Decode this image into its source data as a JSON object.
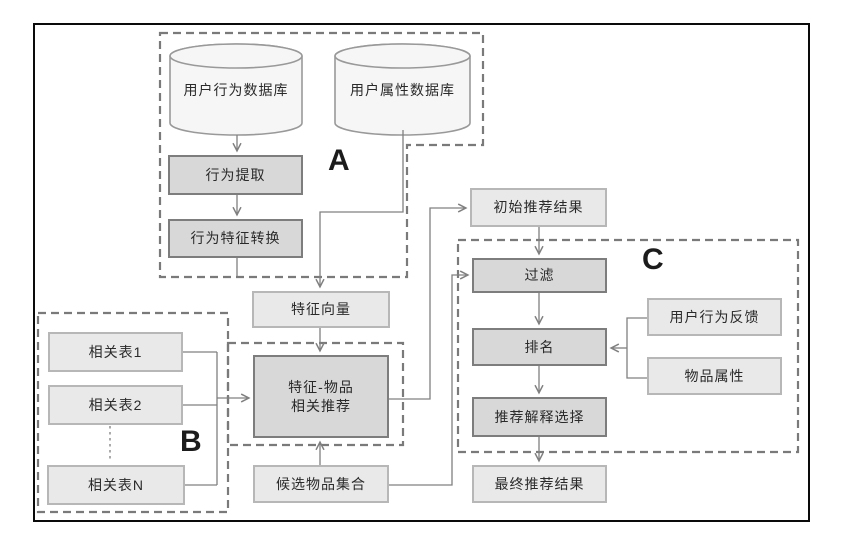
{
  "diagram_title": "recommendation-pipeline-flowchart",
  "section_labels": {
    "a": "A",
    "b": "B",
    "c": "C"
  },
  "nodes": {
    "user_behavior_db": "用户行为数据库",
    "user_attr_db": "用户属性数据库",
    "behavior_extract": "行为提取",
    "behavior_feature_convert": "行为特征转换",
    "initial_results": "初始推荐结果",
    "feature_vector": "特征向量",
    "related_table_1": "相关表1",
    "related_table_2": "相关表2",
    "related_table_n": "相关表N",
    "feature_item_rec": "特征-物品\n相关推荐",
    "candidate_items": "候选物品集合",
    "filter": "过滤",
    "ranking": "排名",
    "explanation_select": "推荐解释选择",
    "final_results": "最终推荐结果",
    "user_feedback": "用户行为反馈",
    "item_attrs": "物品属性"
  },
  "colors": {
    "frame": "#0a0a0a",
    "connector_line": "#808080",
    "dashed_region": "#7a7a7a",
    "dark_box_fill": "#d8d8d8",
    "dark_box_border": "#7d7d7d",
    "light_box_fill": "#e9e9e9",
    "light_box_border": "#b7b7b7",
    "cylinder_fill": "#f6f6f6",
    "cylinder_border": "#999999",
    "text": "#2a2a2a"
  }
}
